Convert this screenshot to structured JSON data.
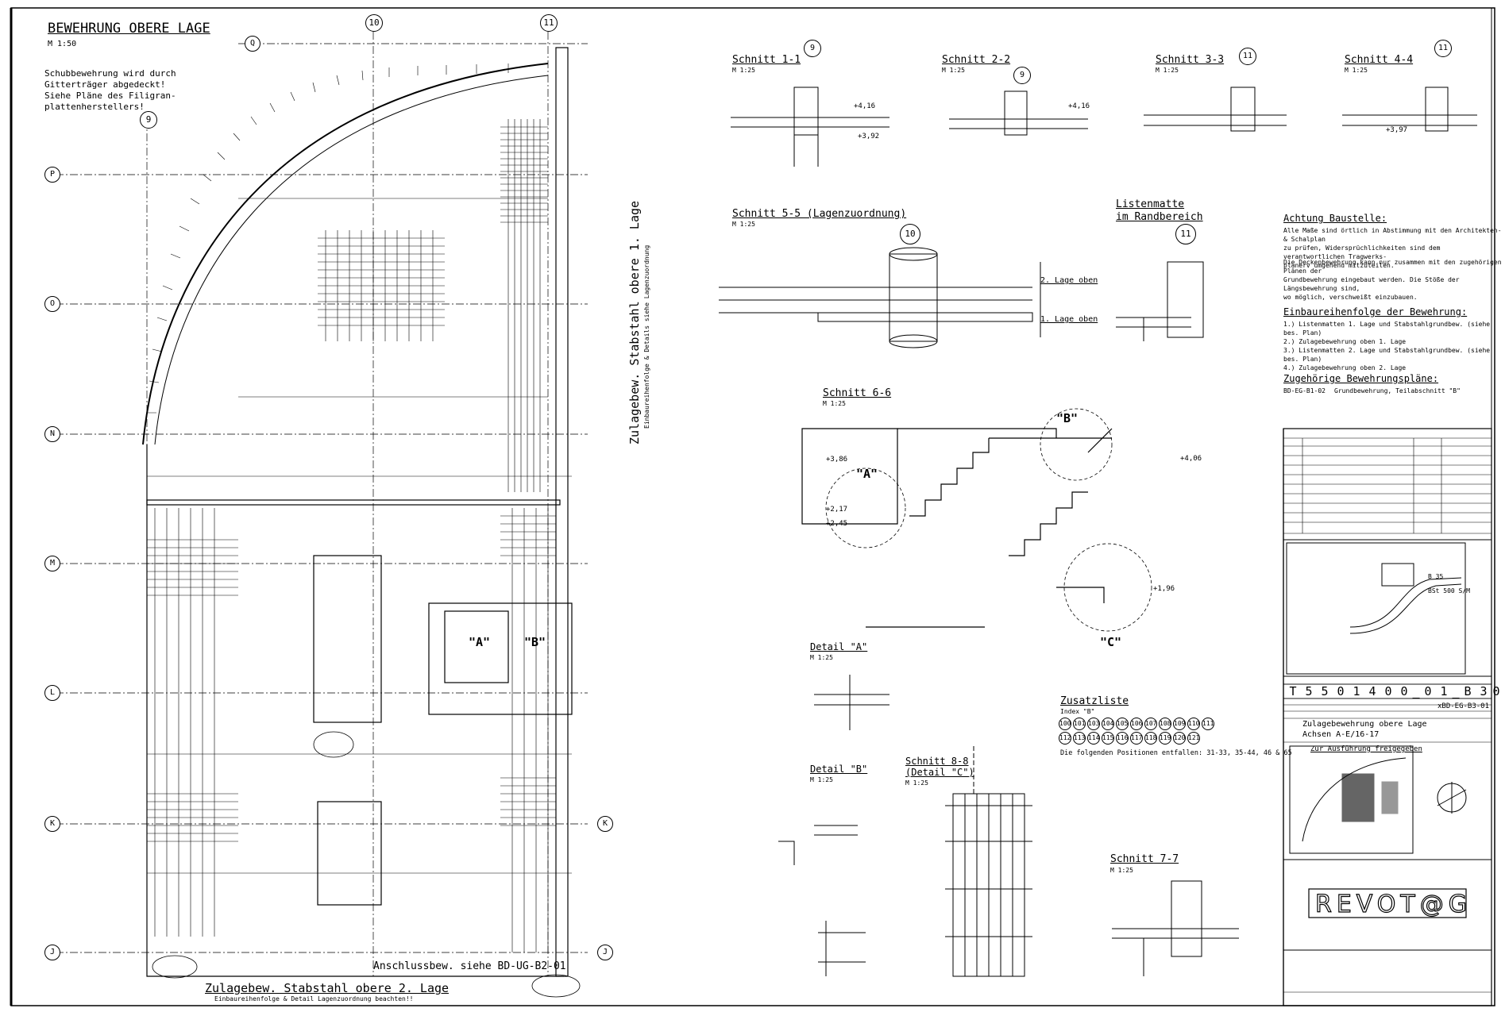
{
  "drawing_title": "BEWEHRUNG OBERE LAGE",
  "drawing_scale": "M 1:50",
  "plan_note": [
    "Schubbewehrung wird durch",
    "Gitterträger abgedeckt!",
    "Siehe Pläne des Filigran-",
    "plattenherstellers!"
  ],
  "axes_vertical": [
    "9",
    "10",
    "11"
  ],
  "axes_horizontal": [
    "Q",
    "P",
    "O",
    "N",
    "M",
    "L",
    "K",
    "J"
  ],
  "vertical_labels": {
    "zulage_oben_1": "Zulagebew. Stabstahl obere 1. Lage",
    "zulage_oben_1_sub": "Einbaureihenfolge & Details siehe Lagenzuordnung"
  },
  "bottom_labels": {
    "anschluss": "Anschlussbew. siehe BD-UG-B2-01",
    "zulage_oben_2": "Zulagebew. Stabstahl obere 2. Lage",
    "zulage_oben_2_sub": "Einbaureihenfolge & Detail Lagenzuordnung beachten!!"
  },
  "sections": {
    "s11": {
      "title": "Schnitt 1-1",
      "scale": "M 1:25"
    },
    "s22": {
      "title": "Schnitt 2-2",
      "scale": "M 1:25"
    },
    "s33": {
      "title": "Schnitt 3-3",
      "scale": "M 1:25"
    },
    "s44": {
      "title": "Schnitt 4-4",
      "scale": "M 1:25"
    },
    "s55": {
      "title": "Schnitt 5-5 (Lagenzuordnung)",
      "scale": "M 1:25",
      "lage_oben2": "2. Lage oben",
      "lage_oben1": "1. Lage oben"
    },
    "listen": {
      "title": [
        "Listenmatte",
        "im Randbereich"
      ]
    },
    "s66": {
      "title": "Schnitt 6-6",
      "scale": "M 1:25"
    },
    "detA": {
      "title": "Detail \"A\"",
      "scale": "M 1:25"
    },
    "detB": {
      "title": "Detail \"B\"",
      "scale": "M 1:25"
    },
    "s88": {
      "title": [
        "Schnitt 8-8",
        "(Detail \"C\")"
      ],
      "scale": "M 1:25"
    },
    "s77": {
      "title": "Schnitt 7-7",
      "scale": "M 1:25"
    }
  },
  "detail_markers": [
    "\"A\"",
    "\"B\"",
    "\"C\""
  ],
  "zusatzliste": {
    "title": "Zusatzliste",
    "index": "Index \"B\"",
    "row1": [
      "100",
      "101",
      "103",
      "104",
      "105",
      "106",
      "107",
      "108",
      "109",
      "110",
      "111"
    ],
    "row2": [
      "112",
      "113",
      "114",
      "115",
      "116",
      "117",
      "118",
      "119",
      "120",
      "121"
    ],
    "footnote": "Die folgenden Positionen entfallen: 31-33, 35-44, 46 & 65"
  },
  "achtung": {
    "title": "Achtung Baustelle:",
    "p1": [
      "Alle Maße sind örtlich in Abstimmung mit den Architekten- & Schalplan",
      "zu prüfen, Widersprüchlichkeiten sind dem verantwortlichen Tragwerks-",
      "planerv umgehend mitzuteilen."
    ],
    "p2": [
      "Die Deckenbewehrung kann nur zusammen mit den zugehörigen Plänen der",
      "Grundbewehrung eingebaut werden. Die Stöße der Längsbewehrung sind,",
      "wo möglich, verschweißt einzubauen."
    ]
  },
  "einbau": {
    "title": "Einbaureihenfolge der Bewehrung:",
    "items": [
      "1.) Listenmatten 1. Lage und Stabstahlgrundbew. (siehe bes. Plan)",
      "2.) Zulagebewehrung oben 1. Lage",
      "3.) Listenmatten 2. Lage und Stabstahlgrundbew. (siehe bes. Plan)",
      "4.) Zulagebewehrung oben 2. Lage"
    ]
  },
  "zugehoerig": {
    "title": "Zugehörige Bewehrungspläne:",
    "plan_no": "BD-EG-B1-02",
    "plan_desc": "Grundbewehrung, Teilabschnitt \"B\""
  },
  "titleblock": {
    "number_digits": [
      "T",
      "5",
      "5",
      "0",
      "1",
      "4",
      "0",
      "0",
      "_",
      "0",
      "1",
      "_",
      "B",
      "3",
      "0"
    ],
    "plan_code": "xBD-EG-B3-01",
    "title_line1": "Zulagebewehrung obere Lage",
    "title_line2": "Achsen A-E/16-17",
    "status": "Zur Ausführung freigegeben",
    "beton": "B 35",
    "stahl": "BSt 500 S/M",
    "logo": "REVOT@G"
  },
  "small_labels": [
    "+4,16",
    "+3,92",
    "+4,16",
    "+3,97",
    "+3,86",
    "+2,17",
    "+2,45",
    "+4,06",
    "+1,96"
  ]
}
